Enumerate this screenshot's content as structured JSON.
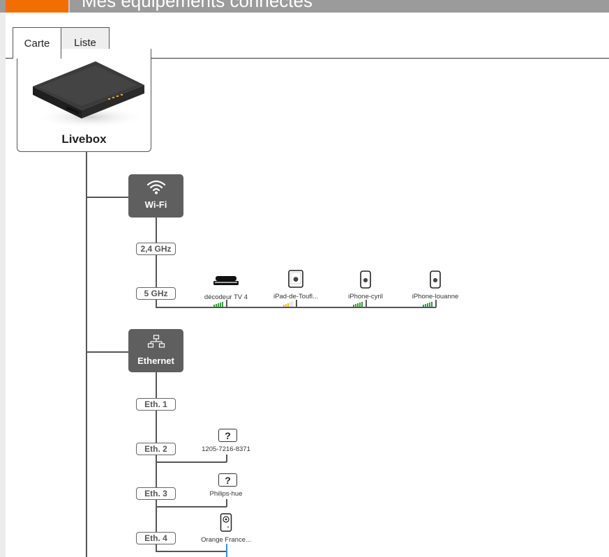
{
  "header": {
    "title": "Mes équipements connectés"
  },
  "tabs": [
    {
      "label": "Carte"
    },
    {
      "label": "Liste"
    }
  ],
  "livebox": {
    "label": "Livebox"
  },
  "wifi": {
    "label": "Wi-Fi",
    "bands": [
      {
        "label": "2,4 GHz"
      },
      {
        "label": "5 GHz"
      }
    ],
    "devices": [
      {
        "label": "décodeur TV 4",
        "icon": "tv-decoder-icon",
        "signal_color": "#2e9e3a"
      },
      {
        "label": "iPad-de-Toufl...",
        "icon": "ipad-icon",
        "signal_color": "#e6c21a"
      },
      {
        "label": "iPhone-cyril",
        "icon": "iphone-icon",
        "signal_color": "#2e9e3a"
      },
      {
        "label": "iPhone-louanne",
        "icon": "iphone-icon",
        "signal_color": "#2e9e3a"
      }
    ]
  },
  "ethernet": {
    "label": "Ethernet",
    "ports": [
      {
        "label": "Eth. 1"
      },
      {
        "label": "Eth. 2"
      },
      {
        "label": "Eth. 3"
      },
      {
        "label": "Eth. 4"
      }
    ],
    "devices": [
      {
        "label": "1205-7216-8371",
        "icon_text": "?"
      },
      {
        "label": "Philips-hue",
        "icon_text": "?"
      },
      {
        "label": "Orange France...",
        "icon": "plug-device-icon"
      }
    ]
  },
  "colors": {
    "accent": "#f16e00",
    "node": "#5f5f5f",
    "header": "#9b9b9b"
  }
}
